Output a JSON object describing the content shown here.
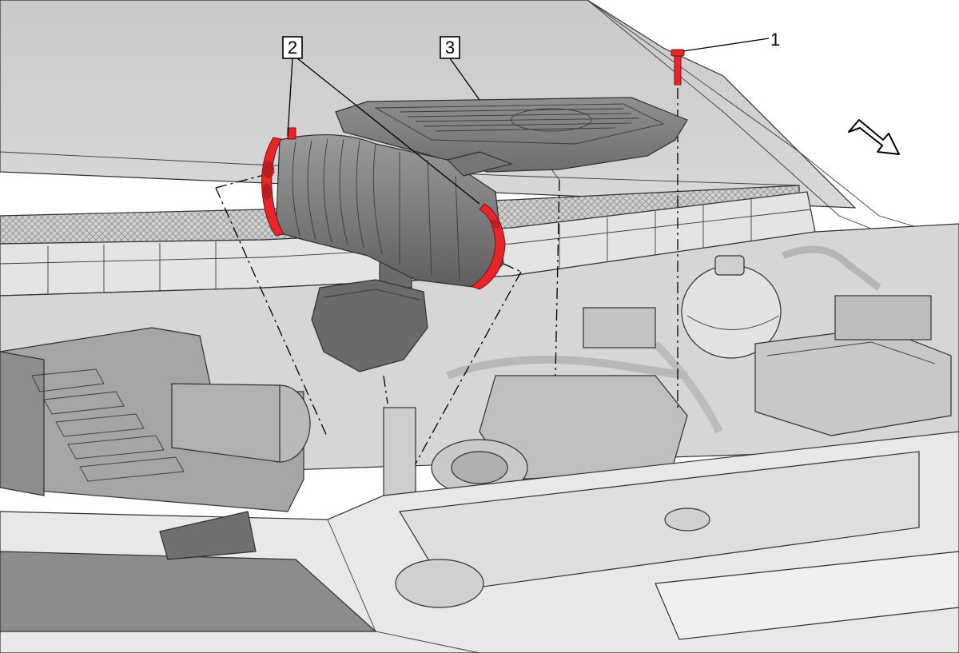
{
  "diagram": {
    "callouts": [
      {
        "id": "callout-1",
        "label": "1",
        "boxed": false
      },
      {
        "id": "callout-2",
        "label": "2",
        "boxed": true
      },
      {
        "id": "callout-3",
        "label": "3",
        "boxed": true
      }
    ],
    "direction_arrow": "front-of-vehicle-arrow-icon",
    "highlight_color": "#e8262a",
    "part_color": "#7a7a7a",
    "body_color": "#d9d9d9"
  }
}
